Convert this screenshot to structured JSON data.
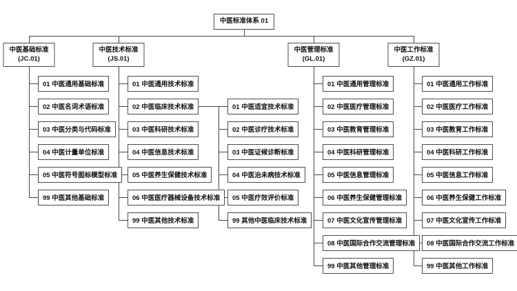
{
  "diagram": {
    "root": "中医标准体系 01",
    "branches": [
      {
        "title": "中医基础标准",
        "code": "(JC.01)",
        "children": [
          {
            "label": "01 中医通用基础标准"
          },
          {
            "label": "02 中医名词术语标准"
          },
          {
            "label": "03 中医分类与代码标准"
          },
          {
            "label": "04 中医计量单位标准"
          },
          {
            "label": "05 中医符号图标模型标准"
          },
          {
            "label": "99 中医其他基础标准"
          }
        ]
      },
      {
        "title": "中医技术标准",
        "code": "(JS.01)",
        "children": [
          {
            "label": "01 中医通用技术标准"
          },
          {
            "label": "02 中医临床技术标准",
            "children": [
              {
                "label": "01 中医适宜技术标准"
              },
              {
                "label": "02 中医诊疗技术标准"
              },
              {
                "label": "03 中医证候诊断标准"
              },
              {
                "label": "04 中医治未病技术标准"
              },
              {
                "label": "05 中医疗效评价标准"
              },
              {
                "label": "99 其他中医临床技术标准"
              }
            ]
          },
          {
            "label": "03 中医科研技术标准"
          },
          {
            "label": "04 中医信息技术标准"
          },
          {
            "label": "05 中医养生保健技术标准"
          },
          {
            "label": "06 中医医疗器械设备技术标准"
          },
          {
            "label": "99 中医其他技术标准"
          }
        ]
      },
      {
        "title": "中医管理标准",
        "code": "(GL.01)",
        "children": [
          {
            "label": "01 中医通用管理标准"
          },
          {
            "label": "02 中医医疗管理标准"
          },
          {
            "label": "03 中医教育管理标准"
          },
          {
            "label": "04 中医科研管理标准"
          },
          {
            "label": "05 中医信息管理标准"
          },
          {
            "label": "06 中医养生保健管理标准"
          },
          {
            "label": "07 中医文化宣传管理标准"
          },
          {
            "label": "08 中医国际合作交流管理标准"
          },
          {
            "label": "99 中医其他管理标准"
          }
        ]
      },
      {
        "title": "中医工作标准",
        "code": "(GZ.01)",
        "children": [
          {
            "label": "01 中医通用工作标准"
          },
          {
            "label": "02 中医医疗工作标准"
          },
          {
            "label": "03 中医教育工作标准"
          },
          {
            "label": "04 中医科研工作标准"
          },
          {
            "label": "05 中医信息工作标准"
          },
          {
            "label": "06 中医养生保健工作标准"
          },
          {
            "label": "07 中医文化宣传工作标准"
          },
          {
            "label": "08 中医国际合作交流工作标准"
          },
          {
            "label": "99 中医其他工作标准"
          }
        ]
      }
    ],
    "colors": {
      "line": "#444444",
      "box_border": "#4a4a4a",
      "box_bg": "#ffffff",
      "text": "#111111",
      "background": "#ffffff"
    }
  }
}
